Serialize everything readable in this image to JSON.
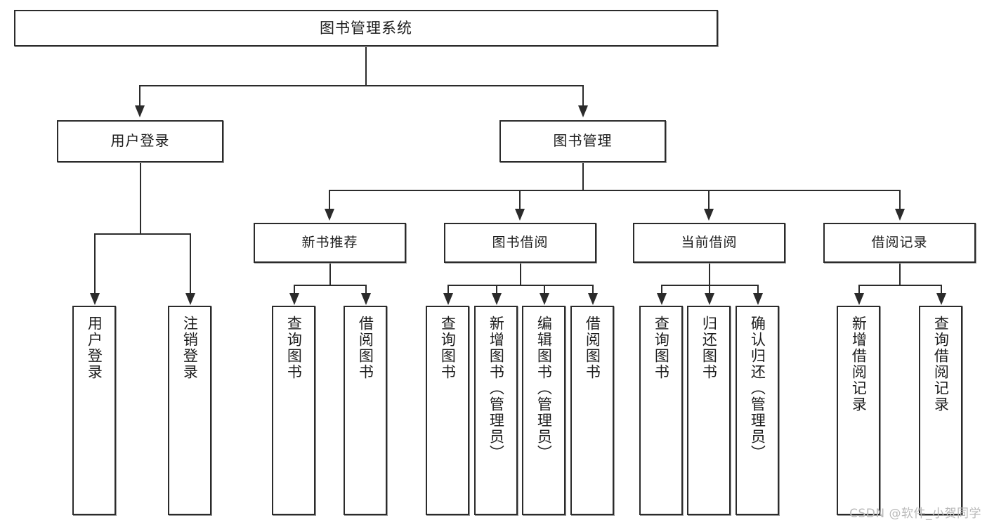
{
  "diagram": {
    "title": "图书管理系统",
    "type": "tree",
    "watermark": "CSDN @软件_小贺同学",
    "root": {
      "label": "图书管理系统"
    },
    "level2": [
      {
        "label": "用户登录"
      },
      {
        "label": "图书管理"
      }
    ],
    "level3": [
      {
        "label": "新书推荐"
      },
      {
        "label": "图书借阅"
      },
      {
        "label": "当前借阅"
      },
      {
        "label": "借阅记录"
      }
    ],
    "leaves": {
      "user_login": [
        {
          "label": "用户登录"
        },
        {
          "label": "注销登录"
        }
      ],
      "new_book": [
        {
          "label": "查询图书"
        },
        {
          "label": "借阅图书"
        }
      ],
      "book_borrow": [
        {
          "label": "查询图书"
        },
        {
          "label": "新增图书（管理员）"
        },
        {
          "label": "编辑图书（管理员）"
        },
        {
          "label": "借阅图书"
        }
      ],
      "current_borrow": [
        {
          "label": "查询图书"
        },
        {
          "label": "归还图书"
        },
        {
          "label": "确认归还（管理员）"
        }
      ],
      "borrow_record": [
        {
          "label": "新增借阅记录"
        },
        {
          "label": "查询借阅记录"
        }
      ]
    },
    "colors": {
      "stroke": "#2b2b2b",
      "fill": "#ffffff",
      "text": "#1c1c1c",
      "watermark": "#b9b9b9"
    }
  }
}
